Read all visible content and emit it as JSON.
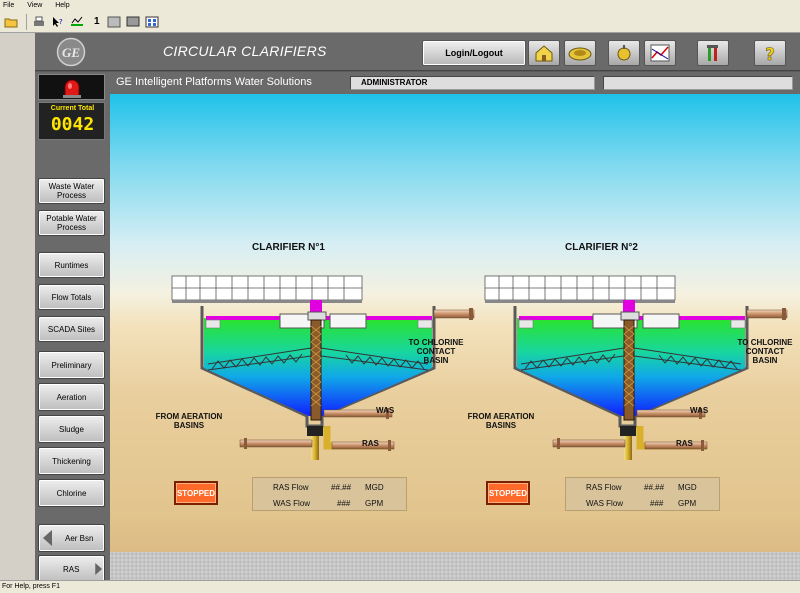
{
  "menu": [
    "File",
    "View",
    "Help"
  ],
  "toolbar": {
    "counter": "1"
  },
  "header": {
    "title": "CIRCULAR CLARIFIERS",
    "login_label": "Login/Logout",
    "nav_icons": [
      "home-icon",
      "overview-icon",
      "alarm-bell-icon",
      "trend-chart-icon",
      "tools-icon",
      "help-icon"
    ]
  },
  "subheader": {
    "org": "GE Intelligent Platforms Water Solutions",
    "user": "ADMINISTRATOR",
    "field2": ""
  },
  "sidebar": {
    "total_label": "Current Total",
    "total_value": "0042",
    "items": [
      "Waste Water Process",
      "Potable Water Process",
      "Runtimes",
      "Flow Totals",
      "SCADA Sites",
      "Preliminary",
      "Aeration",
      "Sludge",
      "Thickening",
      "Chlorine"
    ],
    "prev_label": "Aer Bsn",
    "next_label": "RAS"
  },
  "clarifiers": [
    {
      "title": "CLARIFIER N°1",
      "status": "STOPPED",
      "ras_flow": {
        "name": "RAS Flow",
        "value": "##.##",
        "unit": "MGD"
      },
      "was_flow": {
        "name": "WAS Flow",
        "value": "###",
        "unit": "GPM"
      }
    },
    {
      "title": "CLARIFIER N°2",
      "status": "STOPPED",
      "ras_flow": {
        "name": "RAS Flow",
        "value": "##.##",
        "unit": "MGD"
      },
      "was_flow": {
        "name": "WAS Flow",
        "value": "###",
        "unit": "GPM"
      }
    }
  ],
  "labels": {
    "to_chlorine": "TO CHLORINE CONTACT BASIN",
    "from_aeration": "FROM AERATION BASINS",
    "was": "WAS",
    "ras": "RAS"
  },
  "status_bar": "For Help, press F1",
  "colors": {
    "water_top": "#22e02a",
    "water_bottom": "#0a1cff",
    "stopped": "#ff6a2a",
    "accent_yellow": "#ffe600",
    "magenta": "#e000e0"
  }
}
